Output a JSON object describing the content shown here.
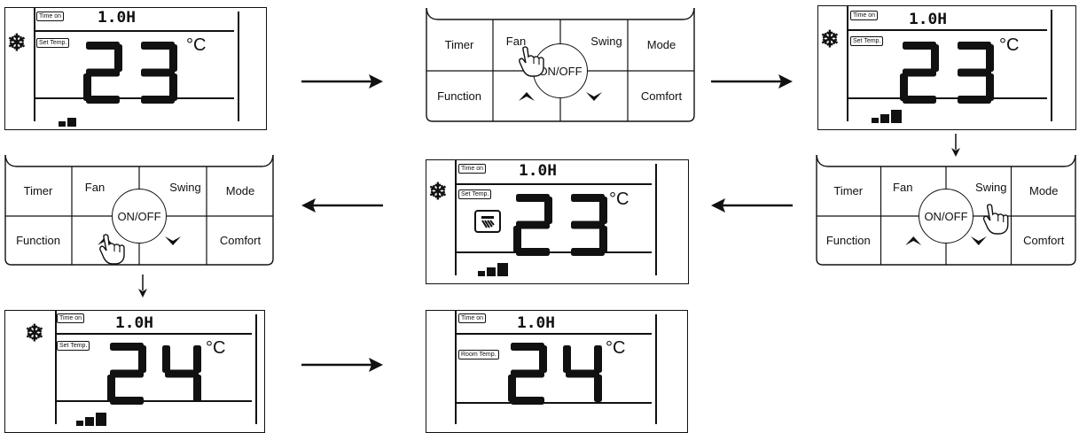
{
  "labels": {
    "time_on": "Time on",
    "set_temp": "Set Temp.",
    "room_temp": "Room Temp.",
    "hours": "1.0H",
    "unit": "°C"
  },
  "keys": {
    "timer": "Timer",
    "fan": "Fan",
    "swing": "Swing",
    "mode": "Mode",
    "function": "Function",
    "comfort": "Comfort",
    "onoff": "ON/OFF"
  },
  "steps": [
    {
      "temperature": "23",
      "fan_level": 2,
      "snowflake": true,
      "swing_icon": false
    },
    {
      "pressed_key": "Fan"
    },
    {
      "temperature": "23",
      "fan_level": 3,
      "snowflake": true,
      "swing_icon": false
    },
    {
      "pressed_key": "Swing"
    },
    {
      "temperature": "23",
      "fan_level": 3,
      "snowflake": true,
      "swing_icon": true
    },
    {
      "pressed_key": "up"
    },
    {
      "temperature": "24",
      "fan_level": 3,
      "snowflake": true,
      "swing_icon": false
    },
    {
      "temperature": "24",
      "fan_level": 0,
      "snowflake": false,
      "swing_icon": false
    }
  ],
  "icons": [
    "snowflake-icon",
    "swing-icon",
    "fan-level-icon",
    "pointing-hand-icon",
    "up-chevron-icon",
    "down-chevron-icon",
    "arrow-icon"
  ]
}
